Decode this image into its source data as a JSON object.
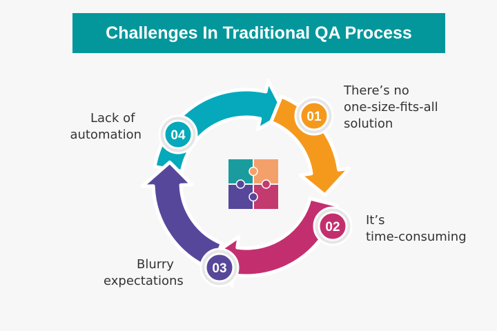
{
  "title": "Challenges In Traditional QA Process",
  "steps": [
    {
      "number": "01",
      "label_lines": [
        "There’s no",
        "one-size-fits-all",
        "solution"
      ],
      "color": "#f5991c"
    },
    {
      "number": "02",
      "label_lines": [
        "It’s",
        "time-consuming"
      ],
      "color": "#c32f6e"
    },
    {
      "number": "03",
      "label_lines": [
        "Blurry",
        "expectations"
      ],
      "color": "#57479a"
    },
    {
      "number": "04",
      "label_lines": [
        "Lack of",
        "automation"
      ],
      "color": "#05a9bb"
    }
  ],
  "puzzle_colors": [
    "#1a9c9e",
    "#f4a06a",
    "#57479a",
    "#c23a6e"
  ]
}
